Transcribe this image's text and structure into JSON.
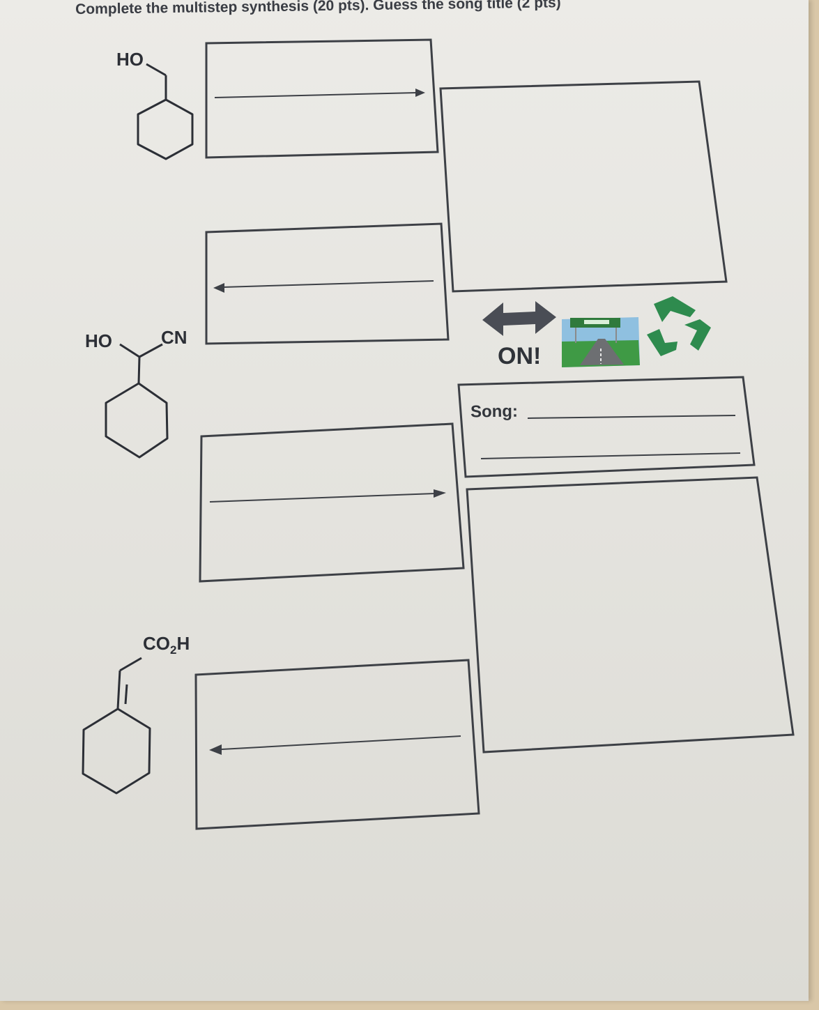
{
  "header": {
    "instructions": "Complete the multistep synthesis (20 pts). Guess the song title (2 pts)"
  },
  "molecules": {
    "start_label": "HO",
    "middle_label_left": "HO",
    "middle_label_right": "CN",
    "bottom_label_main": "CO",
    "bottom_label_sub": "2",
    "bottom_label_tail": "H"
  },
  "rebus": {
    "word": "ON!",
    "icons": [
      "double-arrow-icon",
      "highway-icon",
      "recycle-icon"
    ]
  },
  "song": {
    "label": "Song:"
  },
  "colors": {
    "ink": "#2c2f36",
    "box_line": "#3d4046",
    "arrow_gray": "#4a4d55",
    "recycle_green": "#2e8b4e"
  }
}
